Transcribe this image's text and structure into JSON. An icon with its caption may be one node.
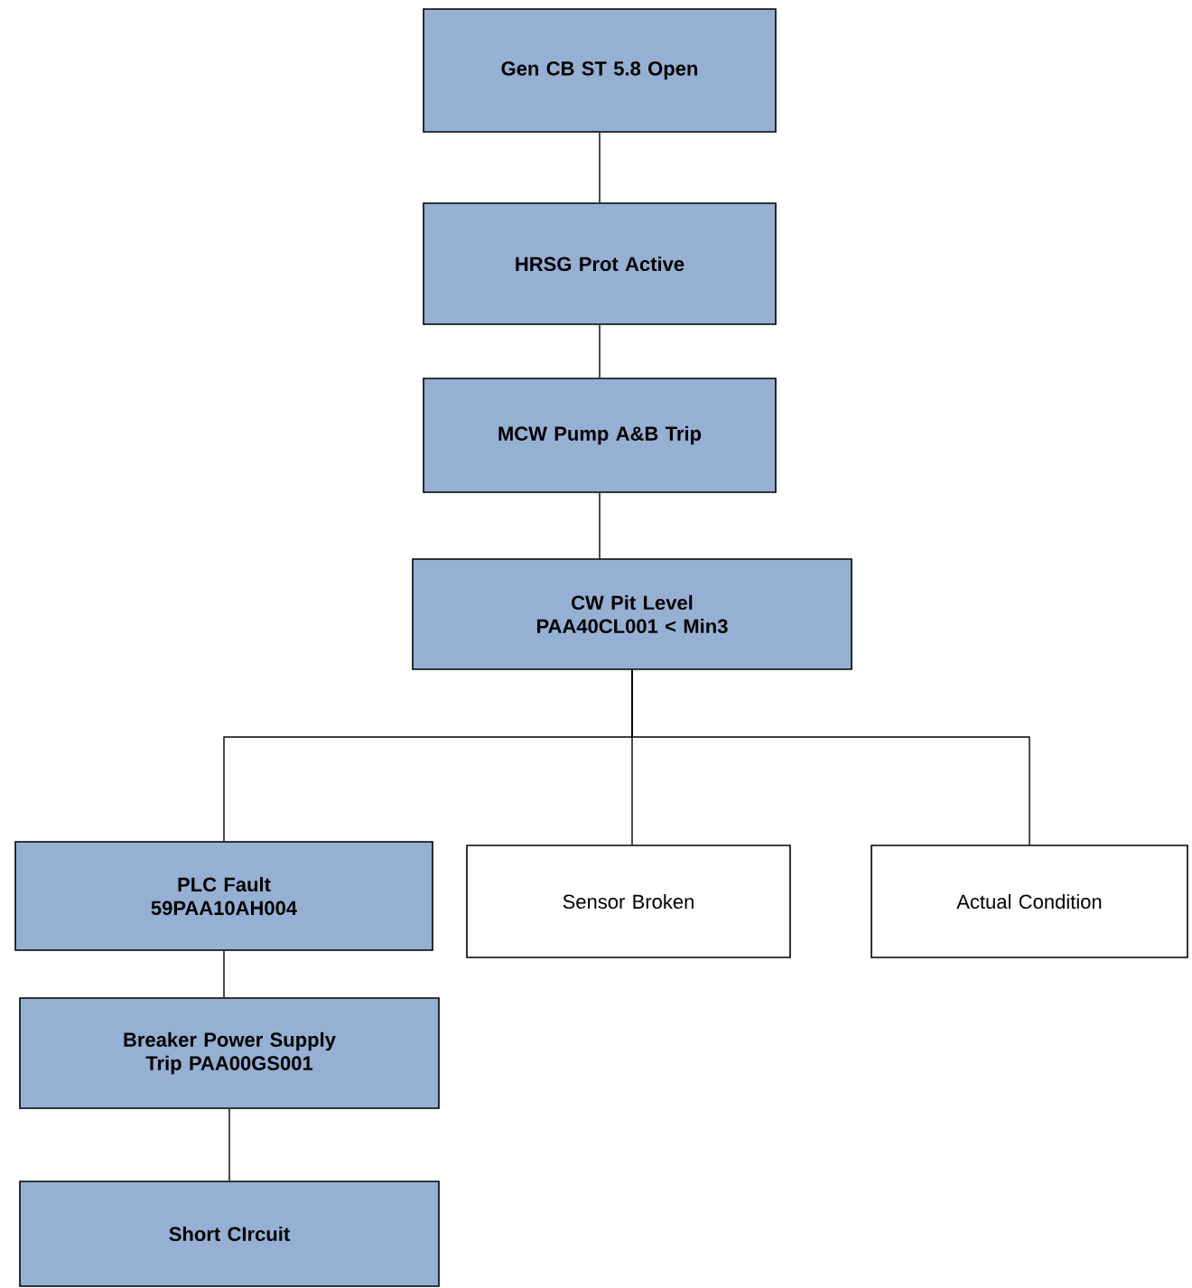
{
  "diagram": {
    "nodes": [
      {
        "text": [
          "Gen CB ST 5.8 Open"
        ]
      },
      {
        "text": [
          "HRSG Prot Active"
        ]
      },
      {
        "text": [
          "MCW Pump A&B Trip"
        ]
      },
      {
        "text": [
          "CW Pit Level PAA40CL001 < Min3"
        ]
      },
      {
        "text": [
          "PLC Fault 59PAA10AH004"
        ]
      },
      {
        "text": [
          "Sensor Broken"
        ]
      },
      {
        "text": [
          "Actual Condition"
        ]
      },
      {
        "text": [
          "Breaker Power Supply Trip PAA00GS001"
        ]
      },
      {
        "text": [
          "Short CIrcuit"
        ]
      }
    ],
    "edges": [
      {
        "from": 0,
        "to": 1,
        "arrow": "none"
      },
      {
        "from": 1,
        "to": 2,
        "arrow": "none"
      },
      {
        "from": 2,
        "to": 3,
        "arrow": "none"
      },
      {
        "from": 3,
        "to": 4,
        "arrow": "none"
      },
      {
        "from": 3,
        "to": 5,
        "arrow": "none"
      },
      {
        "from": 3,
        "to": 6,
        "arrow": "none"
      },
      {
        "from": 4,
        "to": 7,
        "arrow": "none"
      },
      {
        "from": 7,
        "to": 8,
        "arrow": "none"
      }
    ]
  }
}
